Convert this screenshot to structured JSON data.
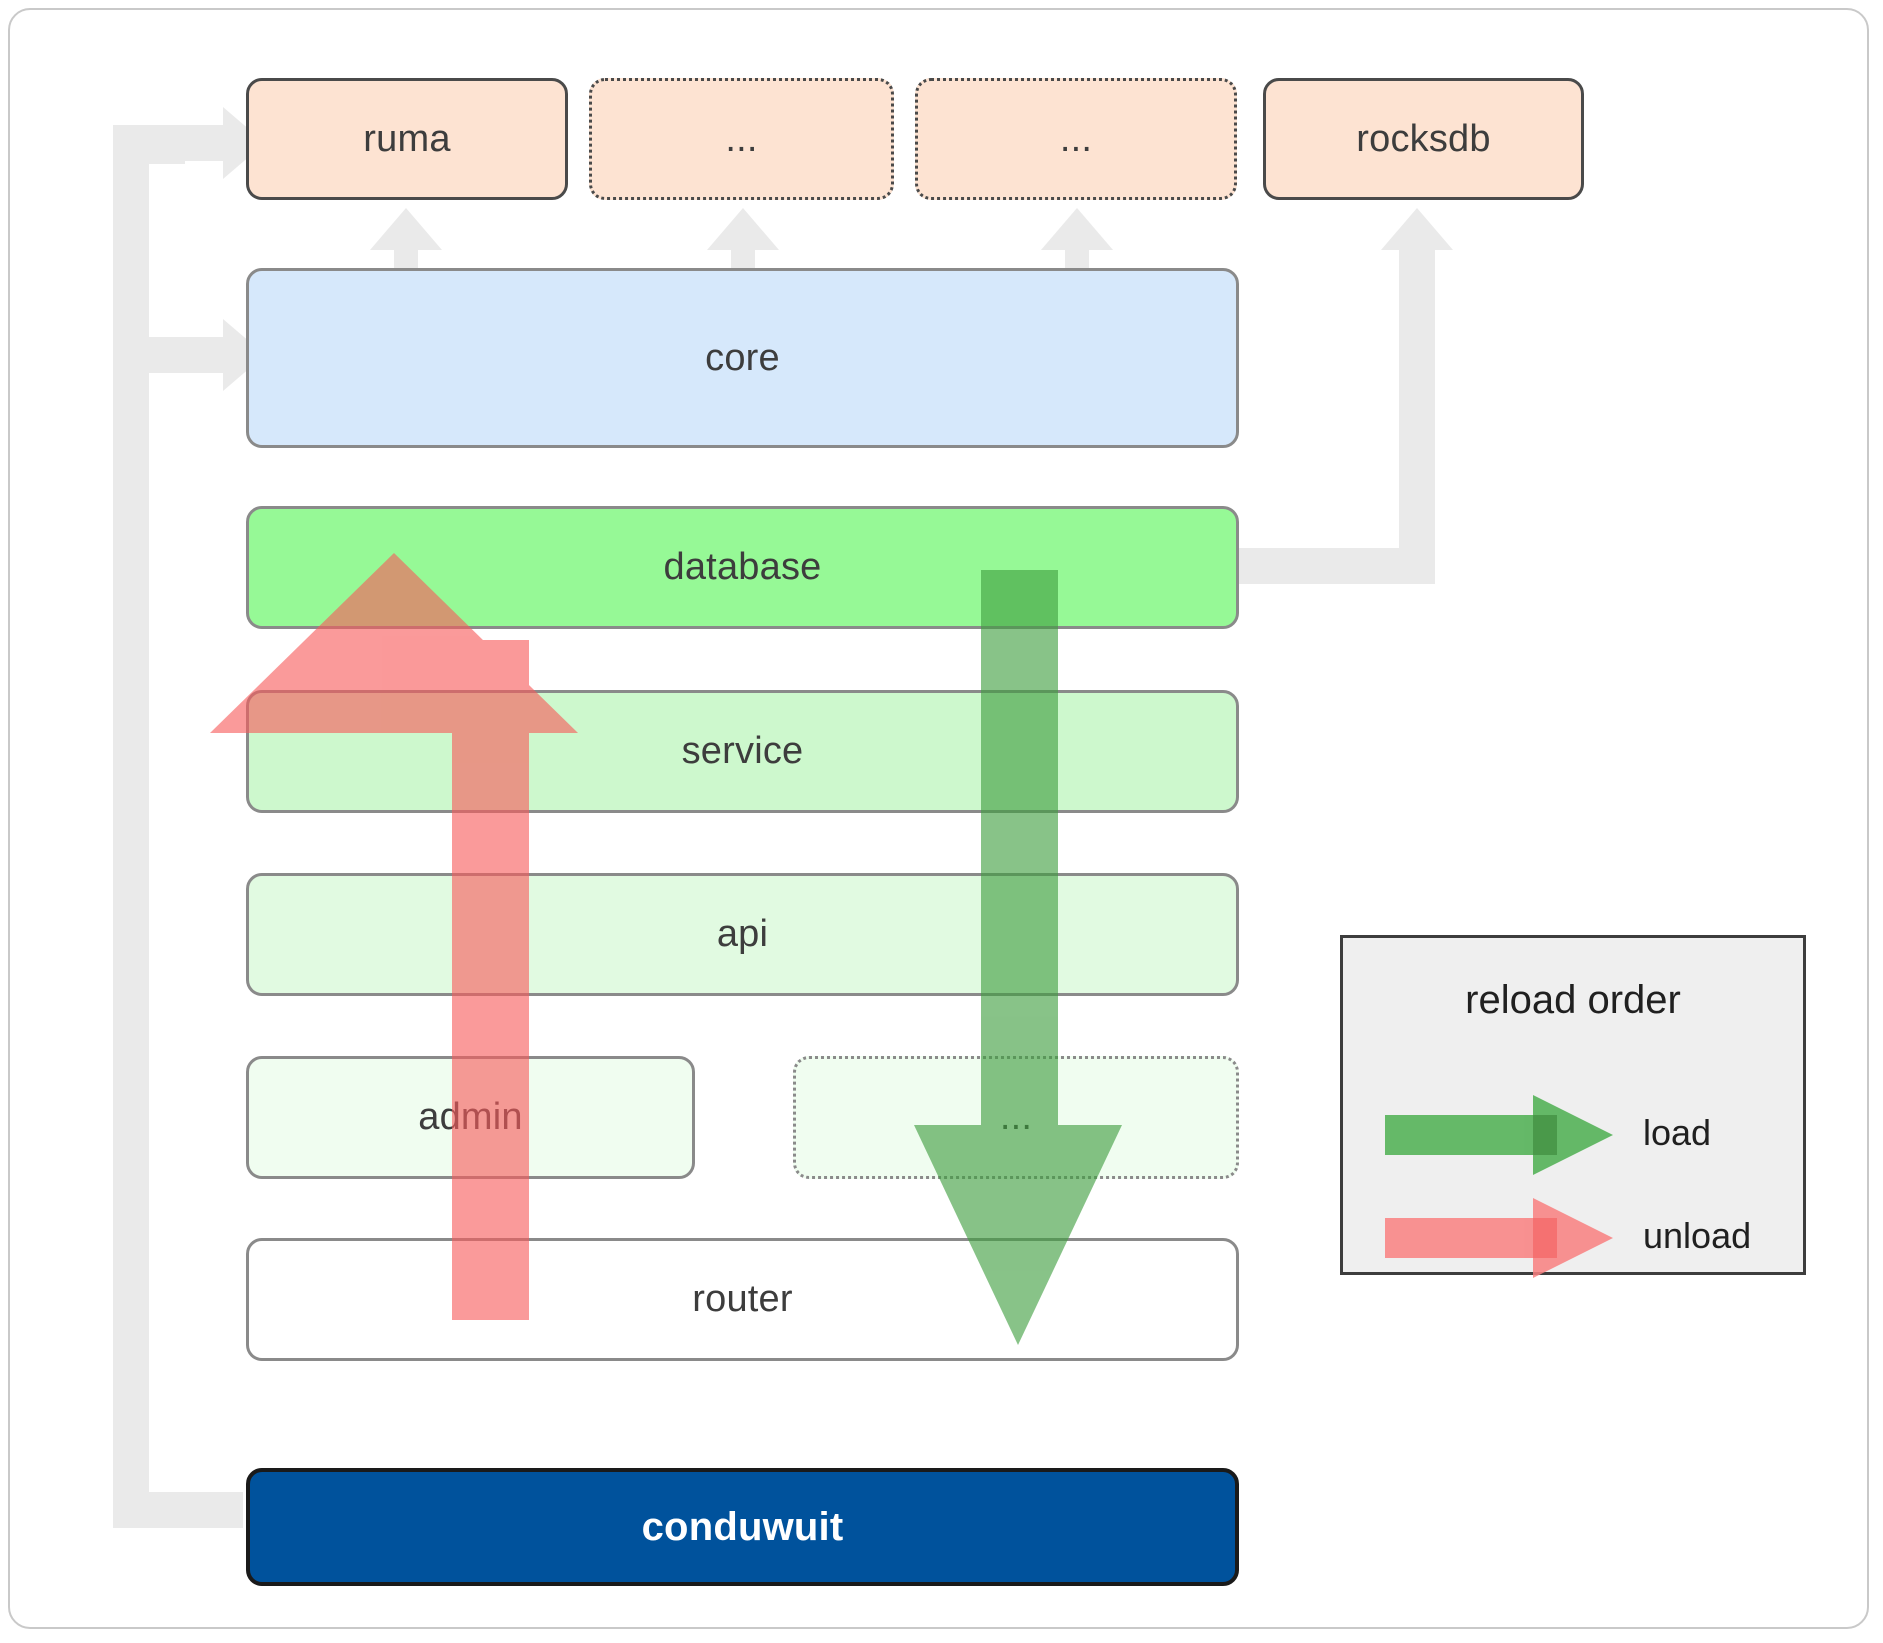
{
  "diagram": {
    "title": "conduwuit crate dependency / reload order diagram",
    "dependencies": [
      {
        "label": "ruma",
        "style": "solid"
      },
      {
        "label": "...",
        "style": "dotted"
      },
      {
        "label": "...",
        "style": "dotted"
      },
      {
        "label": "rocksdb",
        "style": "solid"
      }
    ],
    "layers": [
      {
        "label": "core",
        "style": "solid",
        "fill": "#d6e8fb"
      },
      {
        "label": "database",
        "style": "solid",
        "fill": "#96f996"
      },
      {
        "label": "service",
        "style": "solid",
        "fill": "#cdf8cd"
      },
      {
        "label": "api",
        "style": "solid",
        "fill": "#e1fae1"
      },
      {
        "label": "admin",
        "style": "solid",
        "fill": "#f0fdf0"
      },
      {
        "label": "...",
        "style": "dotted",
        "fill": "#f0fdf0"
      },
      {
        "label": "router",
        "style": "solid",
        "fill": "#ffffff"
      }
    ],
    "root": {
      "label": "conduwuit"
    }
  },
  "legend": {
    "title": "reload order",
    "items": [
      {
        "label": "load",
        "color": "#4caf50",
        "direction": "down"
      },
      {
        "label": "unload",
        "color": "#f98080",
        "direction": "up"
      }
    ]
  },
  "colors": {
    "dependency_fill": "#fde3d2",
    "dependency_border": "#4a4a4a",
    "layer_border": "#8a8a8a",
    "root_fill": "#00529c",
    "root_text": "#ffffff",
    "connector": "#eaeaea",
    "load_arrow": "#4caf50",
    "unload_arrow": "#f98080",
    "legend_fill": "#efefef",
    "legend_border": "#3d3d3d",
    "frame_border": "#c9c9c9"
  }
}
